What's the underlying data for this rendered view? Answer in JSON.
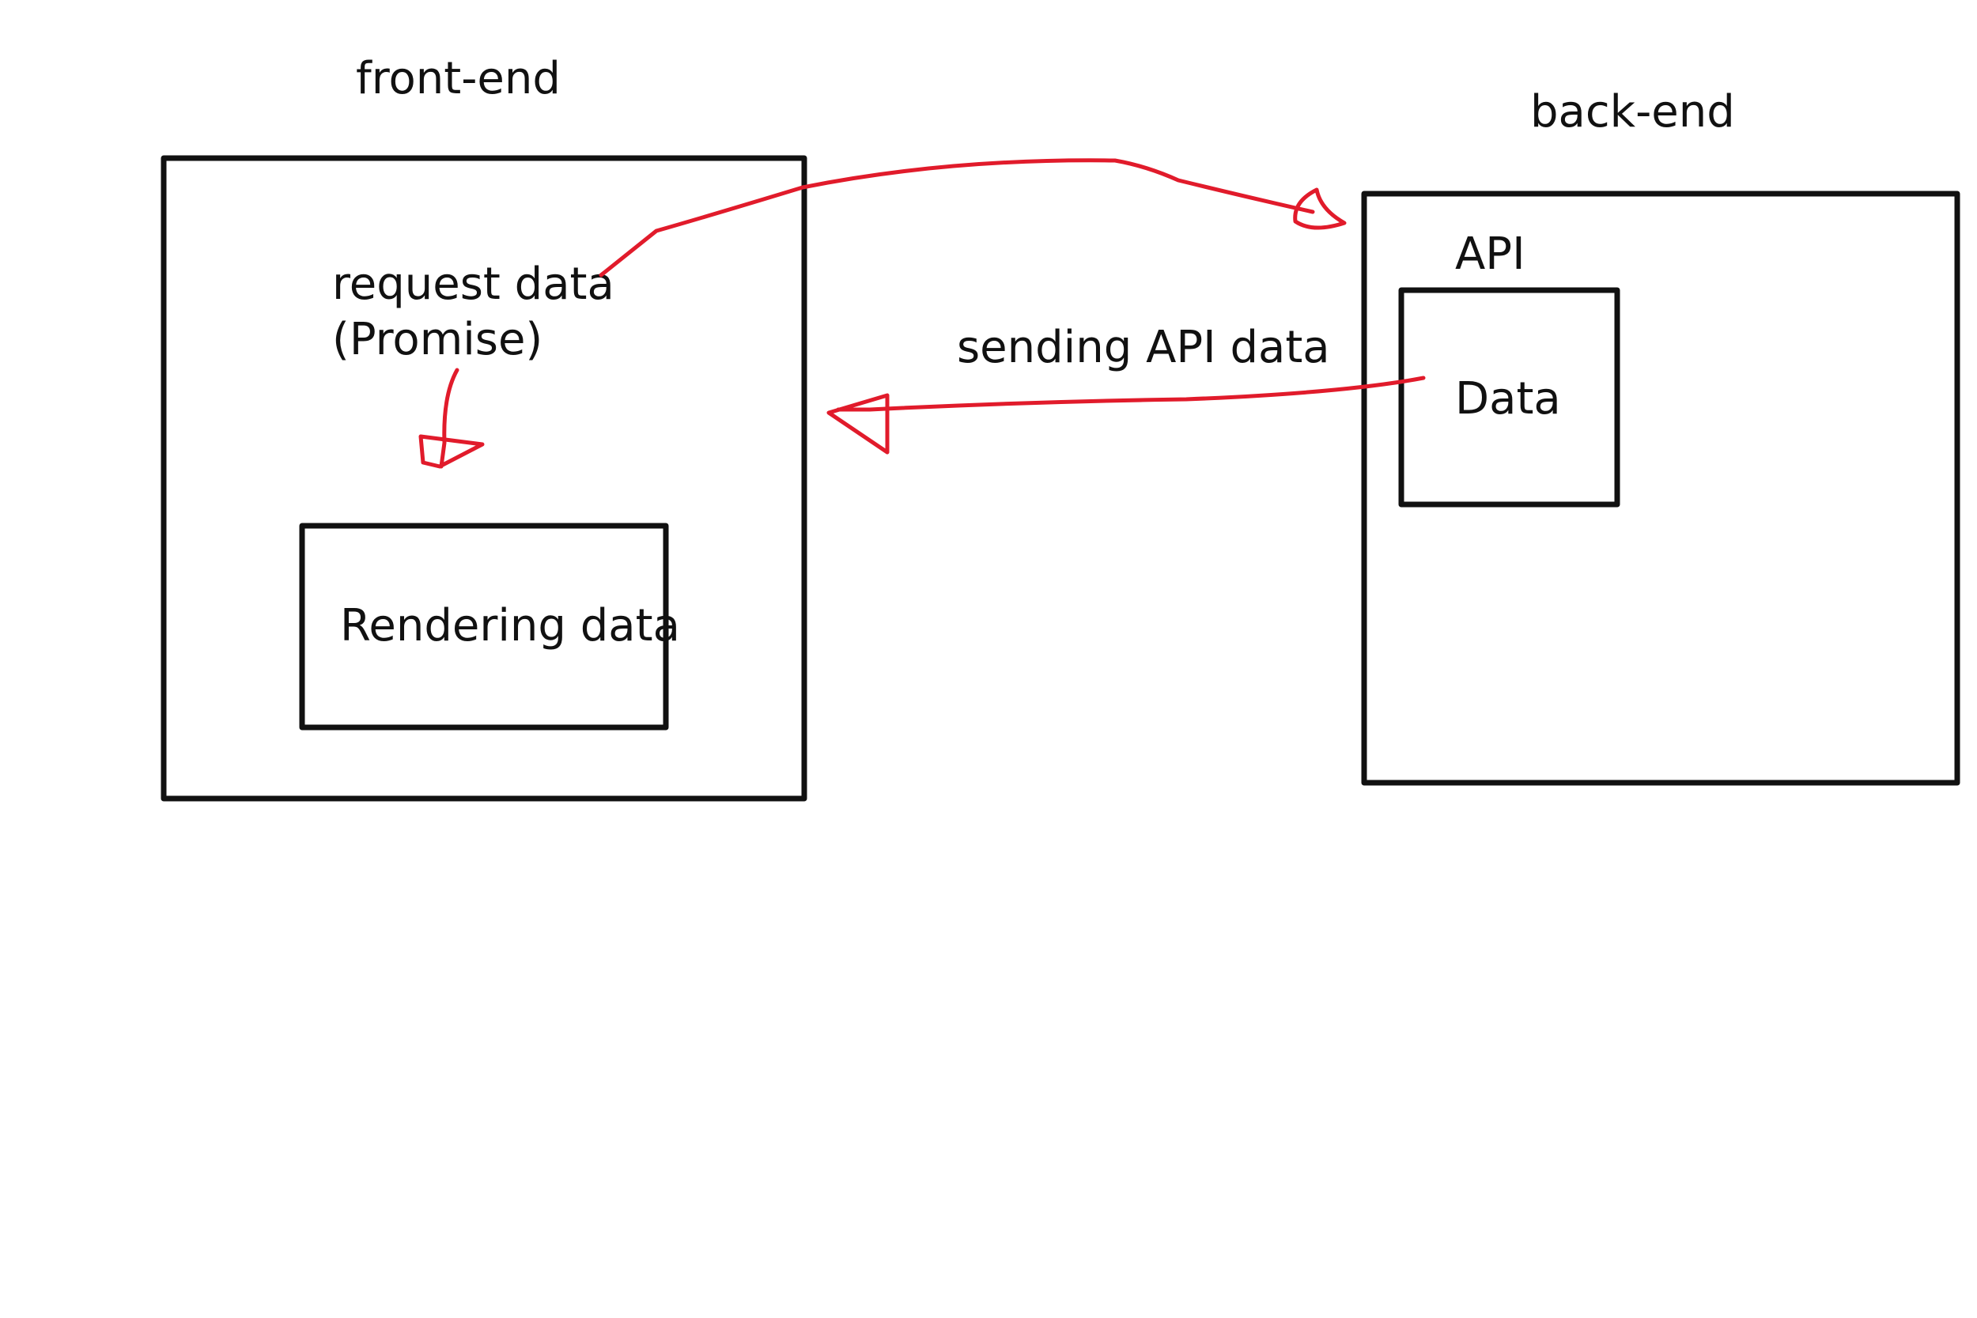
{
  "colors": {
    "ink": "#111111",
    "arrow": "#e11b2b",
    "background": "#ffffff"
  },
  "frontend": {
    "title": "front-end",
    "request_line1": "request data",
    "request_line2": "(Promise)",
    "render_label": "Rendering data"
  },
  "backend": {
    "title": "back-end",
    "api_label": "API",
    "data_label": "Data"
  },
  "response_label": "sending API data"
}
